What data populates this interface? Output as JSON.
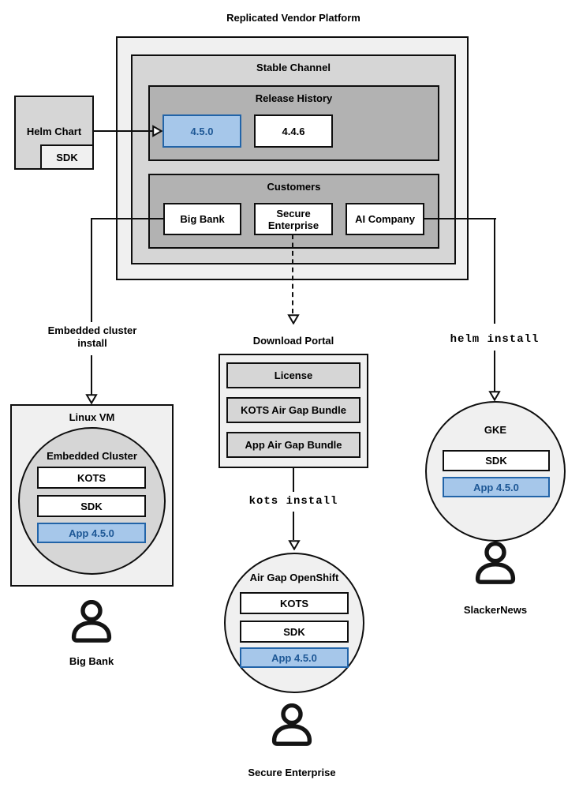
{
  "palette": {
    "box-border": "#0e0e0e",
    "light-gray": "#f0f0f0",
    "mid-gray": "#d6d6d6",
    "dark-gray": "#b2b2b2",
    "blue-fill": "#a6c7ea",
    "blue-border": "#2264a8",
    "blue-text": "#1d5795"
  },
  "title": "Replicated Vendor Platform",
  "platform": {
    "stable_channel": {
      "label": "Stable Channel"
    },
    "release_history": {
      "label": "Release History",
      "releases": [
        "4.5.0",
        "4.4.6"
      ],
      "highlighted_release": "4.5.0"
    },
    "customers": {
      "label": "Customers",
      "items": [
        "Big Bank",
        "Secure Enterprise",
        "AI Company"
      ]
    }
  },
  "helm_chart": {
    "label": "Helm Chart",
    "sdk": "SDK"
  },
  "left_flow": {
    "arrow_label": "Embedded cluster install",
    "vm": "Linux VM",
    "cluster": "Embedded Cluster",
    "components": [
      "KOTS",
      "SDK",
      "App 4.5.0"
    ],
    "persona": "Big Bank"
  },
  "middle_flow": {
    "portal": {
      "label": "Download Portal",
      "items": [
        "License",
        "KOTS Air Gap Bundle",
        "App Air Gap Bundle"
      ]
    },
    "command": "kots install",
    "cluster": "Air Gap OpenShift",
    "components": [
      "KOTS",
      "SDK",
      "App 4.5.0"
    ],
    "persona": "Secure Enterprise"
  },
  "right_flow": {
    "command": "helm install",
    "cluster": "GKE",
    "components": [
      "SDK",
      "App 4.5.0"
    ],
    "persona": "SlackerNews"
  }
}
